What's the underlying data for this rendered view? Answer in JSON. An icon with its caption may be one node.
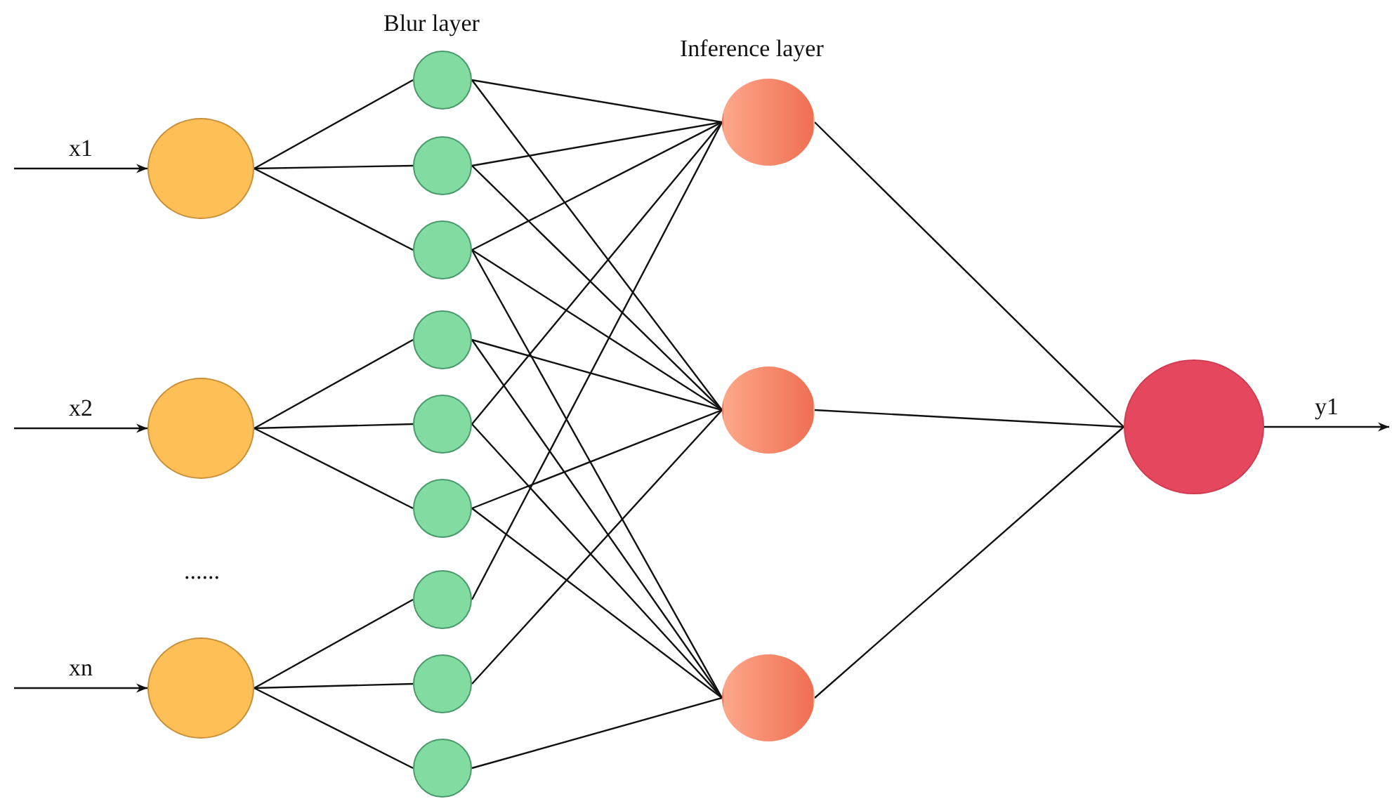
{
  "diagram": {
    "nodes": [
      {
        "text": [],
        "shape": "circle"
      },
      {
        "text": [],
        "shape": "circle"
      },
      {
        "text": [],
        "shape": "circle"
      },
      {
        "text": [],
        "shape": "circle"
      },
      {
        "text": [],
        "shape": "circle"
      },
      {
        "text": [],
        "shape": "circle"
      },
      {
        "text": [],
        "shape": "circle"
      },
      {
        "text": [],
        "shape": "circle"
      },
      {
        "text": [],
        "shape": "circle"
      },
      {
        "text": [],
        "shape": "circle"
      },
      {
        "text": [],
        "shape": "circle"
      },
      {
        "text": [],
        "shape": "circle"
      },
      {
        "text": [],
        "shape": "circle"
      },
      {
        "text": [],
        "shape": "circle"
      },
      {
        "text": [],
        "shape": "circle"
      },
      {
        "text": [],
        "shape": "circle"
      }
    ],
    "edges": [
      {
        "from": null,
        "to": 0,
        "arrow": "to",
        "label": "x1"
      },
      {
        "from": null,
        "to": 1,
        "arrow": "to",
        "label": "x2"
      },
      {
        "from": null,
        "to": 2,
        "arrow": "to",
        "label": "xn"
      },
      {
        "from": 0,
        "to": 3,
        "arrow": "none"
      },
      {
        "from": 0,
        "to": 4,
        "arrow": "none"
      },
      {
        "from": 0,
        "to": 5,
        "arrow": "none"
      },
      {
        "from": 1,
        "to": 6,
        "arrow": "none"
      },
      {
        "from": 1,
        "to": 7,
        "arrow": "none"
      },
      {
        "from": 1,
        "to": 8,
        "arrow": "none"
      },
      {
        "from": 2,
        "to": 9,
        "arrow": "none"
      },
      {
        "from": 2,
        "to": 10,
        "arrow": "none"
      },
      {
        "from": 2,
        "to": 11,
        "arrow": "none"
      },
      {
        "from": 3,
        "to": 12,
        "arrow": "none"
      },
      {
        "from": 3,
        "to": 13,
        "arrow": "none"
      },
      {
        "from": 4,
        "to": 12,
        "arrow": "none"
      },
      {
        "from": 4,
        "to": 13,
        "arrow": "none"
      },
      {
        "from": 5,
        "to": 12,
        "arrow": "none"
      },
      {
        "from": 5,
        "to": 13,
        "arrow": "none"
      },
      {
        "from": 5,
        "to": 14,
        "arrow": "none"
      },
      {
        "from": 6,
        "to": 13,
        "arrow": "none"
      },
      {
        "from": 6,
        "to": 14,
        "arrow": "none"
      },
      {
        "from": 7,
        "to": 12,
        "arrow": "none"
      },
      {
        "from": 7,
        "to": 14,
        "arrow": "none"
      },
      {
        "from": 8,
        "to": 13,
        "arrow": "none"
      },
      {
        "from": 8,
        "to": 14,
        "arrow": "none"
      },
      {
        "from": 9,
        "to": 12,
        "arrow": "none"
      },
      {
        "from": 10,
        "to": 13,
        "arrow": "none"
      },
      {
        "from": 11,
        "to": 14,
        "arrow": "none"
      },
      {
        "from": 12,
        "to": 15,
        "arrow": "none"
      },
      {
        "from": 13,
        "to": 15,
        "arrow": "none"
      },
      {
        "from": 14,
        "to": 15,
        "arrow": "none"
      },
      {
        "from": 15,
        "to": null,
        "arrow": "to",
        "label": "y1"
      }
    ],
    "labels": [
      "Blur layer",
      "Inference layer",
      "......"
    ]
  }
}
